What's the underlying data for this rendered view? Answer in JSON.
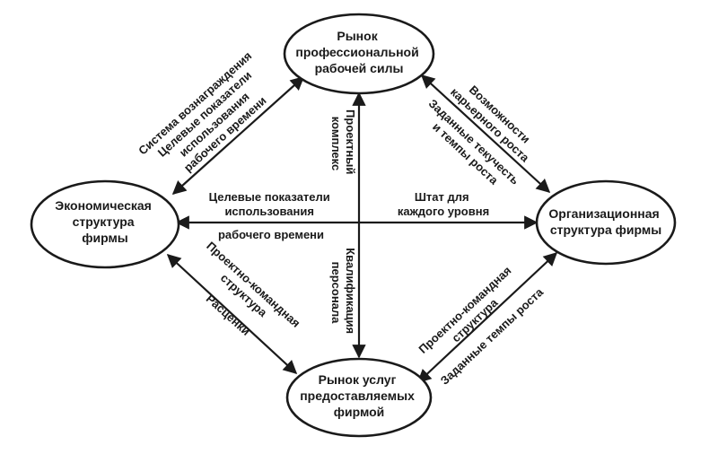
{
  "nodes": {
    "market_labor": {
      "lines": [
        "Рынок",
        "профессиональной",
        "рабочей силы"
      ]
    },
    "econ_structure": {
      "lines": [
        "Экономическая",
        "структура",
        "фирмы"
      ]
    },
    "org_structure": {
      "lines": [
        "Организационная",
        "структура фирмы"
      ]
    },
    "market_services": {
      "lines": [
        "Рынок услуг",
        "предоставляемых",
        "фирмой"
      ]
    }
  },
  "edges": {
    "econ_to_labor": [
      "Система вознаграждения",
      "Целевые показатели",
      "использования",
      "рабочего времени"
    ],
    "labor_to_org": [
      "Возможности",
      "карьерного роста",
      "Заданные текучесть",
      "и темпы роста"
    ],
    "econ_org_left": [
      "Целевые показатели",
      "использования",
      "рабочего времени"
    ],
    "econ_org_right": [
      "Штат для",
      "каждого уровня"
    ],
    "vertical_top": [
      "Проектный",
      "комплекс"
    ],
    "vertical_bottom": [
      "Квалификация",
      "персонала"
    ],
    "econ_to_services": [
      "Проектно-командная",
      "структура",
      "Расценки"
    ],
    "org_to_services": [
      "Проектно-командная",
      "структура",
      "Заданные темпы роста"
    ]
  }
}
